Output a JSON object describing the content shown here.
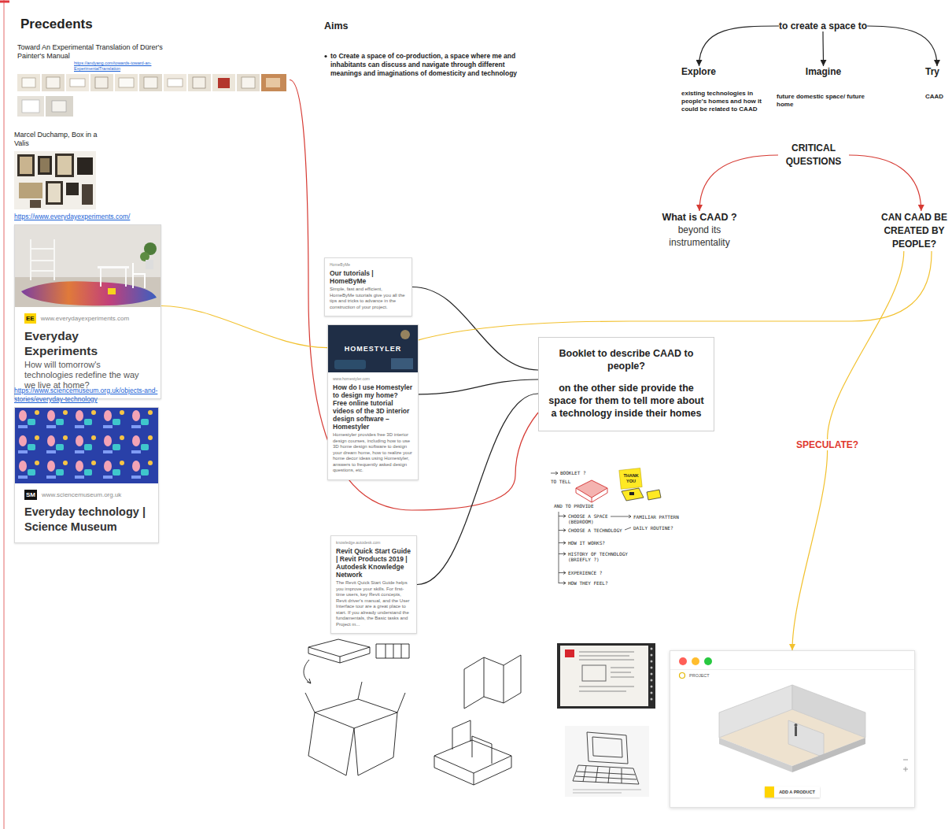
{
  "diagram": {
    "nodes": [
      {
        "text": [
          "Toward An Experimental Translation of Dürer's Painter's Manual",
          "https://andyang.com/towards-toward-an-ExperimentalTranslation"
        ]
      },
      {
        "text": [
          "Marcel Duchamp, Box in a Valis"
        ]
      },
      {
        "text": [
          "https://www.everydayexperiments.com/",
          "EE",
          "www.everydayexperiments.com",
          "Everyday Experiments",
          "How will tomorrow's technologies redefine the way we live at home?"
        ]
      },
      {
        "text": [
          "https://www.sciencemuseum.org.uk/objects-and-stories/everyday-technology",
          "SM",
          "www.sciencemuseum.org.uk",
          "Everyday technology | Science Museum"
        ]
      },
      {
        "text": [
          "HomeByMe",
          "Our tutorials | HomeByMe",
          "Simple, fast and efficient, HomeByMe tutorials give you all the tips and tricks to advance in the construction of your project."
        ]
      },
      {
        "text": [
          "HOMESTYLER",
          "www.homestyler.com",
          "How do I use Homestyler to design my home? Free online tutorial videos of the 3D interior design software – Homestyler",
          "Homestyler provides free 3D interior design courses, including how to use 3D home design software to design your dream home, how to realize your home decor ideas using Homestyler, answers to frequently asked design questions, etc."
        ]
      },
      {
        "text": [
          "knowledge.autodesk.com",
          "Revit Quick Start Guide | Revit Products 2019 | Autodesk Knowledge Network",
          "The Revit Quick Start Guide helps you improve your skills. For first-time users, key Revit concepts, Revit driver's manual, and the User Interface tour are a great place to start. If you already understand the fundamentals, the Basic tasks and Project m..."
        ]
      },
      {
        "text": [
          "Booklet to describe CAAD to people?",
          "on the other side  provide the space for them to tell more about a technology inside their homes"
        ]
      },
      {
        "text": [
          "to create a space to"
        ]
      },
      {
        "text": [
          "Explore",
          "existing technologies in people's homes and how it could be related to CAAD"
        ]
      },
      {
        "text": [
          "Imagine",
          "future domestic space/ future home"
        ]
      },
      {
        "text": [
          "Try",
          "CAAD"
        ]
      },
      {
        "text": [
          "CRITICAL QUESTIONS"
        ]
      },
      {
        "text": [
          "What is CAAD ?",
          "beyond its instrumentality"
        ]
      },
      {
        "text": [
          "CAN CAAD BE CREATED BY PEOPLE?"
        ]
      },
      {
        "text": [
          "SPECULATE?"
        ]
      },
      {
        "text": [
          "PROJECT",
          "ADD A PRODUCT"
        ]
      }
    ],
    "edges": [
      {
        "from": 0,
        "to": 7,
        "arrow": "none"
      },
      {
        "from": 2,
        "to": 5,
        "arrow": "none"
      },
      {
        "from": 4,
        "to": 7,
        "arrow": "none"
      },
      {
        "from": 5,
        "to": 7,
        "arrow": "none"
      },
      {
        "from": 6,
        "to": 7,
        "arrow": "none"
      },
      {
        "from": 5,
        "to": 14,
        "arrow": "none"
      },
      {
        "from": 8,
        "to": 9,
        "arrow": "to"
      },
      {
        "from": 8,
        "to": 10,
        "arrow": "to"
      },
      {
        "from": 8,
        "to": 11,
        "arrow": "to"
      },
      {
        "from": 12,
        "to": 13,
        "arrow": "to"
      },
      {
        "from": 12,
        "to": 14,
        "arrow": "to"
      },
      {
        "from": 14,
        "to": 15,
        "arrow": "none"
      },
      {
        "from": 15,
        "to": 16,
        "arrow": "to"
      }
    ],
    "labels": [
      "Precedents",
      "Aims",
      "to Create a space of co-production, a space where me and inhabitants can discuss and navigate through different meanings and imaginations of domesticity and technology",
      "BOOKLET ?",
      "TO TELL",
      "AND TO PROVIDE",
      "CHOOSE A SPACE (BEDROOM)",
      "CHOOSE A TECHNOLOGY",
      "HOW IT WORKS?",
      "HISTORY OF TECHNOLOGY (BRIEFLY ?)",
      "EXPERIENCE ?",
      "HOW THEY FEEL?",
      "FAMILIAR PATTERN",
      "DAILY ROUTINE?",
      "THANK YOU"
    ]
  }
}
